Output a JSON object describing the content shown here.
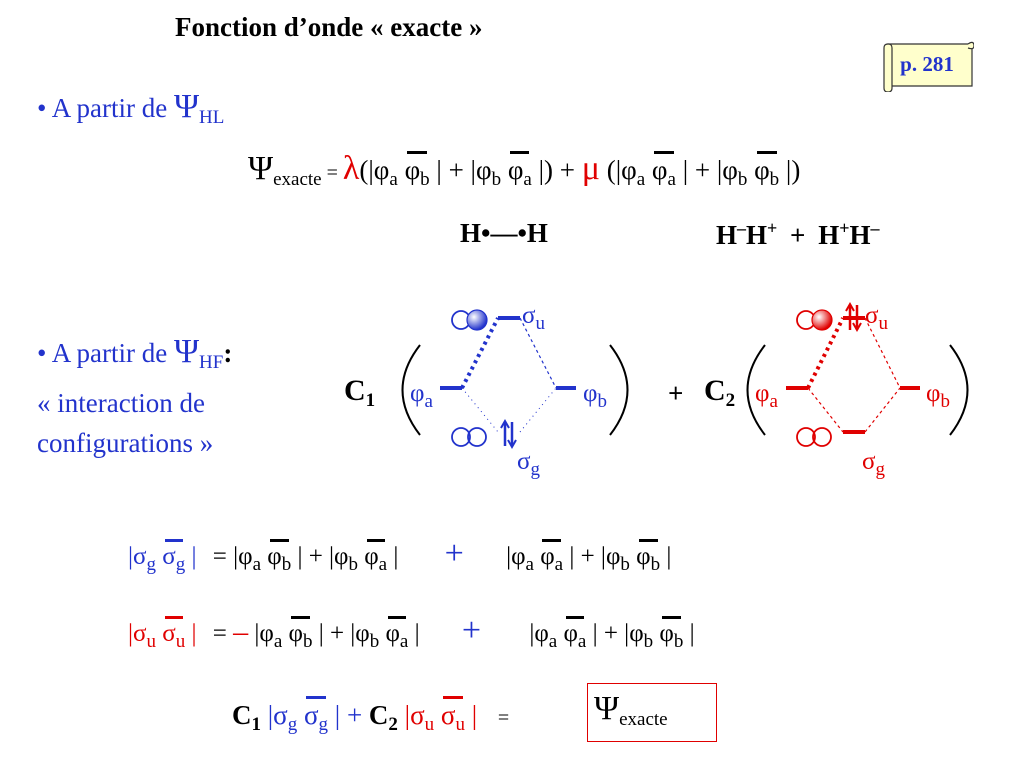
{
  "slide": {
    "title": "Fonction d’onde « exacte »",
    "page_ref": "p. 281"
  },
  "bullet_hl": {
    "text": "• A partir de ",
    "psi": "Ψ",
    "sub": "HL"
  },
  "exact_eq": {
    "psi": "Ψ",
    "sub": "exacte",
    "equals": " = ",
    "lambda": "λ",
    "mu": "μ",
    "phi": "φ",
    "a": "a",
    "b": "b",
    "open": "(|",
    "mid": " | + |",
    "close": " |)",
    "plus": " + ",
    "space_open": " (|"
  },
  "structures": {
    "covalent": "H•—•H",
    "ionic_1": "H",
    "ionic_1_sup": "–",
    "ionic_2": "H",
    "ionic_2_sup": "+",
    "plus": "+",
    "ionic_3": "H",
    "ionic_3_sup": "+",
    "ionic_4": "H",
    "ionic_4_sup": "–"
  },
  "bullet_hf": {
    "line1": "• A partir de ",
    "psi": "Ψ",
    "sub": "HF",
    "colon": ":",
    "line2": " « interaction de",
    "line3": "configurations »"
  },
  "diagram": {
    "c1": "C",
    "c1_sub": "1",
    "c2": "C",
    "c2_sub": "2",
    "plus": "+",
    "sigma": "σ",
    "u": "u",
    "g": "g",
    "phi": "φ",
    "a": "a",
    "b": "b",
    "colors": {
      "blue": "#2233cc",
      "red": "#e00000"
    }
  },
  "relations": {
    "sigma": "σ",
    "phi": "φ",
    "g": "g",
    "u": "u",
    "a": "a",
    "b": "b",
    "bar_open": "|",
    "bar_close": " |",
    "equals": "= ",
    "minus": "–",
    "plus": "+",
    "mid": " | + |"
  },
  "final_eq": {
    "c1": "C",
    "c1_sub": "1",
    "c2": "C",
    "c2_sub": "2",
    "plus": " + ",
    "equals": "=",
    "psi": "Ψ",
    "sub": "exacte"
  }
}
